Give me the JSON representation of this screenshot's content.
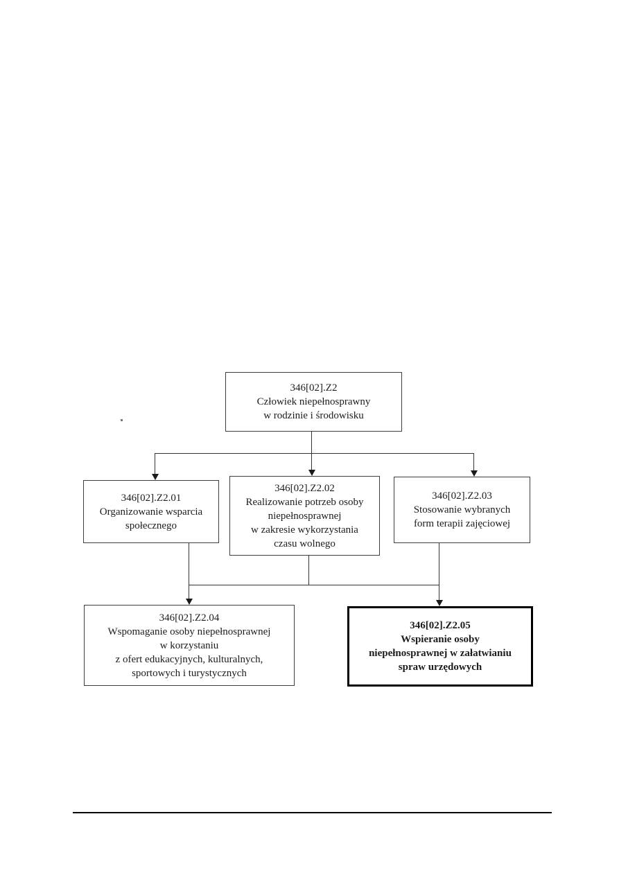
{
  "colors": {
    "background": "#ffffff",
    "box_border": "#3d3d3d",
    "emphasis_border": "#000000",
    "connector_line": "#333333",
    "text": "#1c1c1c",
    "footer_rule": "#0a0a0a"
  },
  "diagram": {
    "type": "flowchart",
    "nodes": [
      {
        "id": "z2",
        "emphasis": false,
        "lines": [
          "346[02].Z2",
          "Człowiek niepełnosprawny",
          "w rodzinie i środowisku"
        ]
      },
      {
        "id": "z2-01",
        "emphasis": false,
        "lines": [
          "346[02].Z2.01",
          "Organizowanie wsparcia",
          "społecznego"
        ]
      },
      {
        "id": "z2-02",
        "emphasis": false,
        "lines": [
          "346[02].Z2.02",
          "Realizowanie potrzeb osoby",
          "niepełnosprawnej",
          "w zakresie wykorzystania",
          "czasu wolnego"
        ]
      },
      {
        "id": "z2-03",
        "emphasis": false,
        "lines": [
          "346[02].Z2.03",
          "Stosowanie wybranych",
          "form terapii zajęciowej"
        ]
      },
      {
        "id": "z2-04",
        "emphasis": false,
        "lines": [
          "346[02].Z2.04",
          "Wspomaganie osoby niepełnosprawnej",
          "w korzystaniu",
          "z ofert edukacyjnych, kulturalnych,",
          "sportowych i turystycznych"
        ]
      },
      {
        "id": "z2-05",
        "emphasis": true,
        "lines": [
          "346[02].Z2.05",
          "Wspieranie osoby",
          "niepełnosprawnej w załatwianiu",
          "spraw urzędowych"
        ]
      }
    ],
    "edges": [
      {
        "from": "346[02].Z2",
        "to": "346[02].Z2.01"
      },
      {
        "from": "346[02].Z2",
        "to": "346[02].Z2.02"
      },
      {
        "from": "346[02].Z2",
        "to": "346[02].Z2.03"
      },
      {
        "from": [
          "346[02].Z2.01",
          "346[02].Z2.02",
          "346[02].Z2.03"
        ],
        "to": "346[02].Z2.04"
      },
      {
        "from": [
          "346[02].Z2.01",
          "346[02].Z2.02",
          "346[02].Z2.03"
        ],
        "to": "346[02].Z2.05"
      }
    ]
  }
}
